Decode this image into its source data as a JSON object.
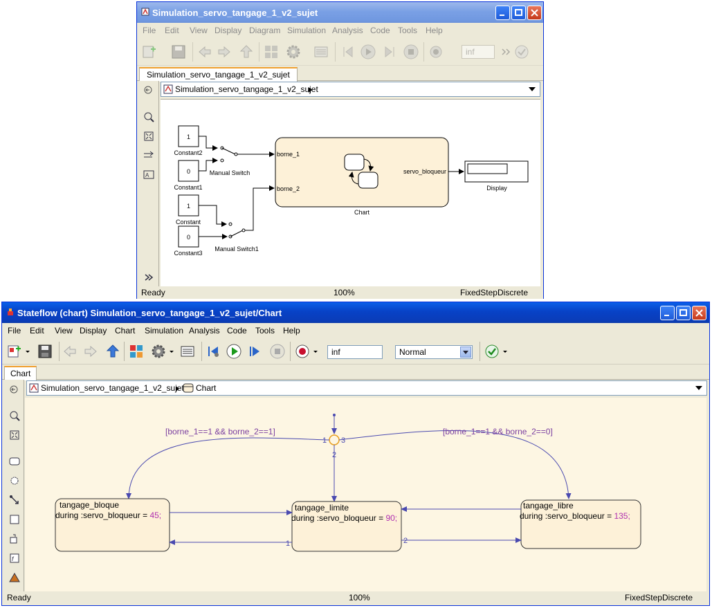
{
  "simulink_window": {
    "title": "Simulation_servo_tangage_1_v2_sujet",
    "menu": [
      "File",
      "Edit",
      "View",
      "Display",
      "Diagram",
      "Simulation",
      "Analysis",
      "Code",
      "Tools",
      "Help"
    ],
    "stop_time": "inf",
    "tab": "Simulation_servo_tangage_1_v2_sujet",
    "address": "Simulation_servo_tangage_1_v2_sujet",
    "status": {
      "left": "Ready",
      "center": "100%",
      "right": "FixedStepDiscrete"
    },
    "blocks": {
      "constant2": {
        "value": "1",
        "label": "Constant2"
      },
      "constant1": {
        "value": "0",
        "label": "Constant1"
      },
      "constant": {
        "value": "1",
        "label": "Constant"
      },
      "constant3": {
        "value": "0",
        "label": "Constant3"
      },
      "manual_switch": {
        "label": "Manual Switch"
      },
      "manual_switch1": {
        "label": "Manual Switch1"
      },
      "chart": {
        "label": "Chart",
        "input1": "borne_1",
        "input2": "borne_2",
        "output": "servo_bloqueur"
      },
      "display": {
        "label": "Display"
      }
    }
  },
  "stateflow_window": {
    "title": "Stateflow (chart) Simulation_servo_tangage_1_v2_sujet/Chart",
    "menu": [
      "File",
      "Edit",
      "View",
      "Display",
      "Chart",
      "Simulation",
      "Analysis",
      "Code",
      "Tools",
      "Help"
    ],
    "stop_time": "inf",
    "sim_mode": "Normal",
    "tab": "Chart",
    "address_model": "Simulation_servo_tangage_1_v2_sujet",
    "address_chart": "Chart",
    "status": {
      "left": "Ready",
      "center": "100%",
      "right": "FixedStepDiscrete"
    },
    "transitions": {
      "condition_left": "[borne_1==1 && borne_2==1]",
      "condition_right": "[borne_1==1 && borne_2==0]",
      "junction_order_left": "1",
      "junction_order_down": "2",
      "junction_order_right": "3",
      "order_to_bloque": "1",
      "order_to_libre": "2"
    },
    "states": {
      "bloque": {
        "name": "tangage_bloque",
        "action": "during :servo_bloqueur = ",
        "value": "45;"
      },
      "limite": {
        "name": "tangage_limite",
        "action": "during :servo_bloqueur = ",
        "value": "90;"
      },
      "libre": {
        "name": "tangage_libre",
        "action": "during :servo_bloqueur = ",
        "value": "135;"
      }
    }
  },
  "colors": {
    "chart_bg": "#fdf6e3",
    "state_fill": "#fdf3dc",
    "transition": "#4a4ab0",
    "label_purple": "#7a3ea0",
    "value_magenta": "#b030b0",
    "junction": "#e8a020"
  }
}
